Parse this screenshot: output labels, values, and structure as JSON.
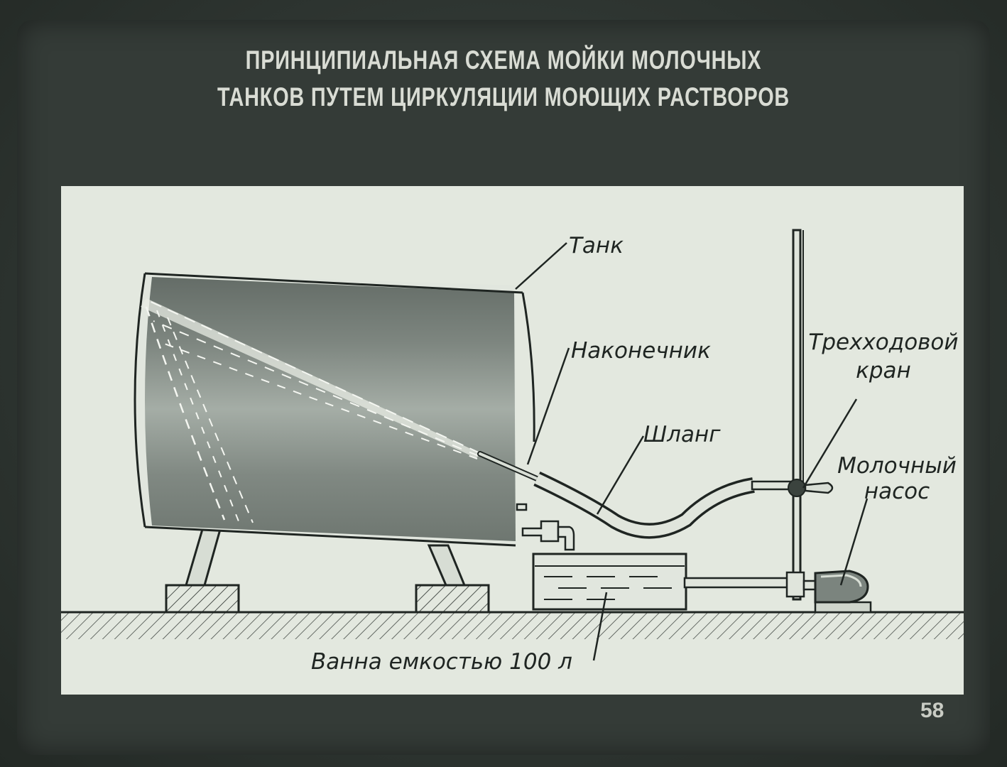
{
  "title": {
    "line1": "ПРИНЦИПИАЛЬНАЯ СХЕМА МОЙКИ МОЛОЧНЫХ",
    "line2": "ТАНКОВ ПУТЕМ ЦИРКУЛЯЦИИ МОЮЩИХ РАСТВОРОВ"
  },
  "labels": {
    "tank": "Танк",
    "nozzle": "Наконечник",
    "hose": "Шланг",
    "valve_line1": "Трехходовой",
    "valve_line2": "кран",
    "pump_line1": "Молочный",
    "pump_line2": "насос",
    "bath": "Ванна емкостью 100 л"
  },
  "slide_number": "58",
  "colors": {
    "background": "#2f3632",
    "panel": "#e3e8df",
    "ink": "#1f2522",
    "title_text": "#d9dcd4"
  }
}
